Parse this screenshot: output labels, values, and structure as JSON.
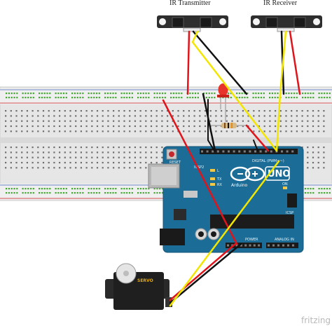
{
  "components": {
    "ir_transmitter": {
      "label": "IR Transmitter"
    },
    "ir_receiver": {
      "label": "IR Receiver"
    },
    "arduino": {
      "model": "UNO",
      "brand": "Arduino",
      "reset_label": "RESET",
      "icsp_label": "ICSP2",
      "led_l": "L",
      "led_tx": "TX",
      "led_rx": "RX",
      "digital_label": "DIGITAL (PWM=~)",
      "power_label": "POWER",
      "analog_label": "ANALOG IN",
      "on_label": "ON",
      "icsp_right": "ICSP"
    },
    "servo": {
      "label": "SERVO"
    }
  },
  "watermark": "fritzing",
  "colors": {
    "breadboard": "#e9e9e9",
    "rail_red": "#d55050",
    "rail_blue": "#6f88c9",
    "hole_green": "#45a833",
    "arduino_teal": "#1b6c96",
    "wire_red": "#e0141b",
    "wire_black": "#111111",
    "wire_yellow": "#f2e600",
    "led_red": "#e8332b"
  }
}
